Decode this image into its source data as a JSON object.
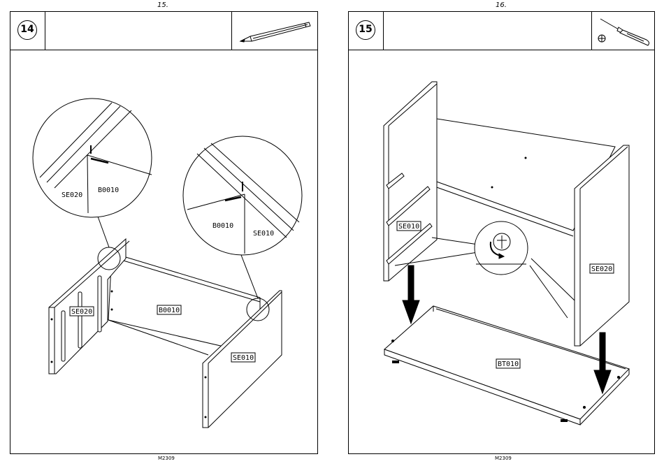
{
  "left_page": {
    "page_number": "15.",
    "step": "14",
    "tool_icon": "pencil-icon",
    "footer_code": "M2309",
    "labels": {
      "zoom1_a": "SE020",
      "zoom1_b": "B0010",
      "zoom2_a": "B0010",
      "zoom2_b": "SE010",
      "part_se020": "SE020",
      "part_b0010": "B0010",
      "part_se010": "SE010"
    }
  },
  "right_page": {
    "page_number": "16.",
    "step": "15",
    "tool_icon": "screwdriver-icon",
    "footer_code": "M2309",
    "labels": {
      "part_se010": "SE010",
      "part_se020": "SE020",
      "part_bt010": "BT010"
    }
  }
}
